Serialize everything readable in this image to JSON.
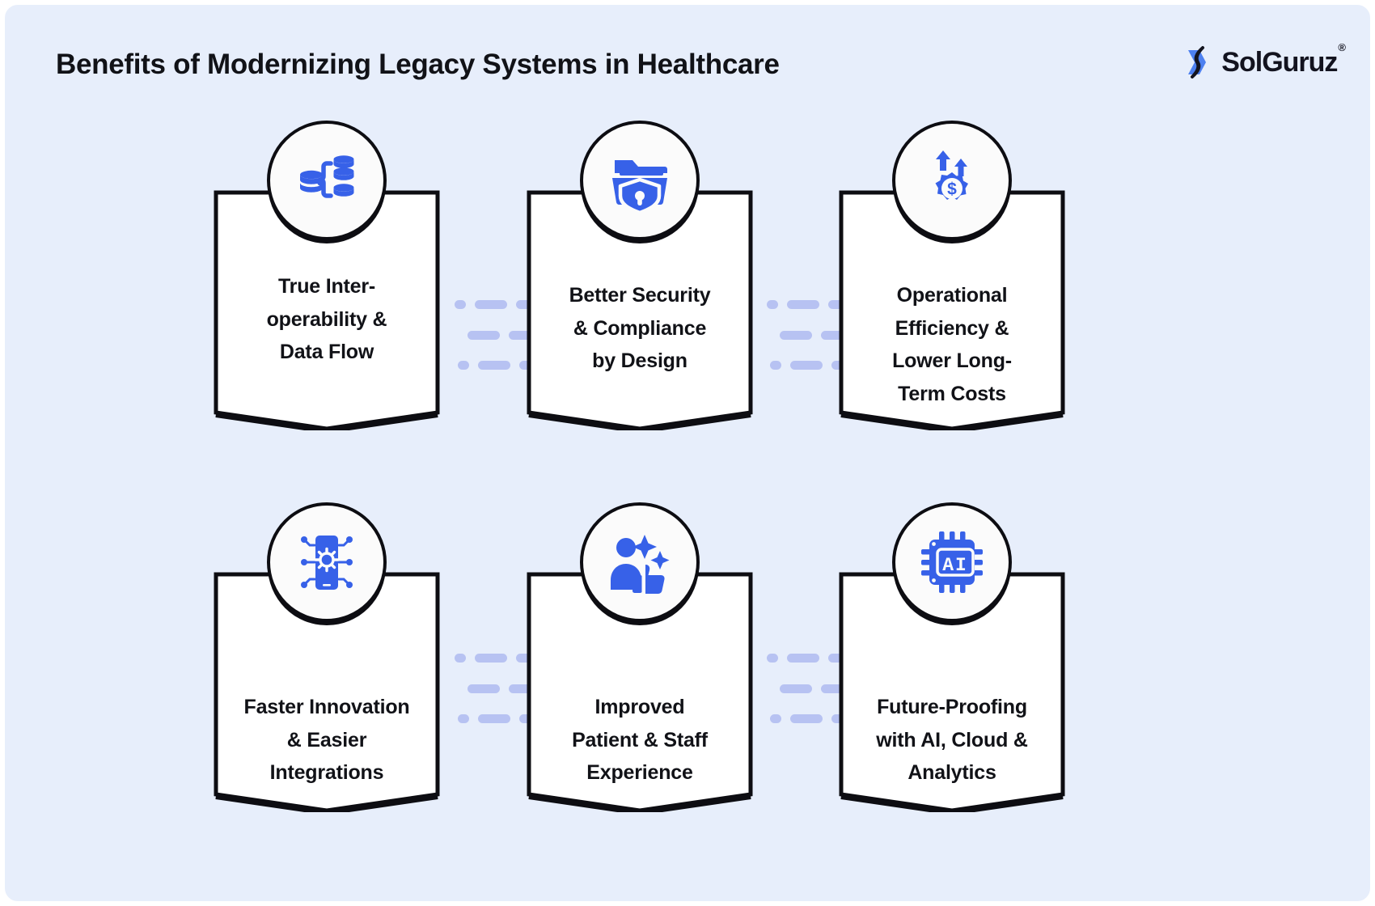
{
  "header": {
    "title": "Benefits of Modernizing Legacy Systems in Healthcare",
    "logo_text": "SolGuruz",
    "logo_registered": "®",
    "logo_mark_name": "solguruz-hexagon-logo"
  },
  "theme": {
    "background": "#e7eefb",
    "card_fill": "#ffffff",
    "card_stroke": "#0d0d12",
    "accent_blue": "#3761e8",
    "connector_dash": "#b7c2f2",
    "text": "#111217"
  },
  "cards": [
    {
      "id": "interoperability",
      "icon": "database-data-flow-icon",
      "lines": [
        "True Inter-",
        "operability &",
        "Data Flow"
      ],
      "label": "True Inter-operability & Data Flow"
    },
    {
      "id": "security-compliance",
      "icon": "folder-shield-lock-icon",
      "lines": [
        "Better Security",
        "& Compliance",
        "by Design"
      ],
      "label": "Better Security & Compliance by Design"
    },
    {
      "id": "operational-efficiency",
      "icon": "gear-dollar-arrows-icon",
      "lines": [
        "Operational",
        "Efficiency &",
        "Lower Long-",
        "Term Costs"
      ],
      "label": "Operational Efficiency & Lower Long-Term Costs"
    },
    {
      "id": "faster-innovation",
      "icon": "mobile-gear-circuit-icon",
      "lines": [
        "Faster Innovation",
        "& Easier",
        "Integrations"
      ],
      "label": "Faster Innovation & Easier Integrations"
    },
    {
      "id": "patient-staff-experience",
      "icon": "person-thumbsup-sparkles-icon",
      "lines": [
        "Improved",
        "Patient & Staff",
        "Experience"
      ],
      "label": "Improved Patient & Staff Experience"
    },
    {
      "id": "future-proofing",
      "icon": "ai-chip-icon",
      "lines": [
        "Future-Proofing",
        "with AI, Cloud &",
        "Analytics"
      ],
      "label": "Future-Proofing with AI, Cloud & Analytics"
    }
  ],
  "connectors": [
    {
      "id": "connector-1-2",
      "name": "dashed-connector"
    },
    {
      "id": "connector-2-3",
      "name": "dashed-connector"
    },
    {
      "id": "connector-4-5",
      "name": "dashed-connector"
    },
    {
      "id": "connector-5-6",
      "name": "dashed-connector"
    }
  ]
}
